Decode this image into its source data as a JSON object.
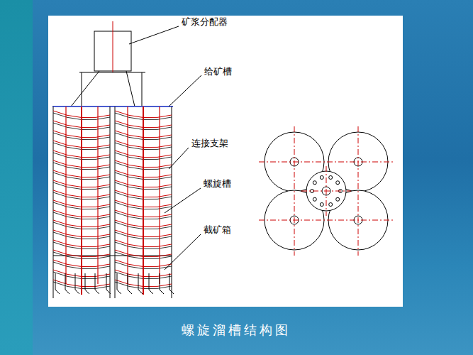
{
  "diagram": {
    "caption": "螺旋溜槽结构图",
    "labels": [
      "矿浆分配器",
      "给矿槽",
      "连接支架",
      "螺旋槽",
      "截矿箱"
    ]
  }
}
